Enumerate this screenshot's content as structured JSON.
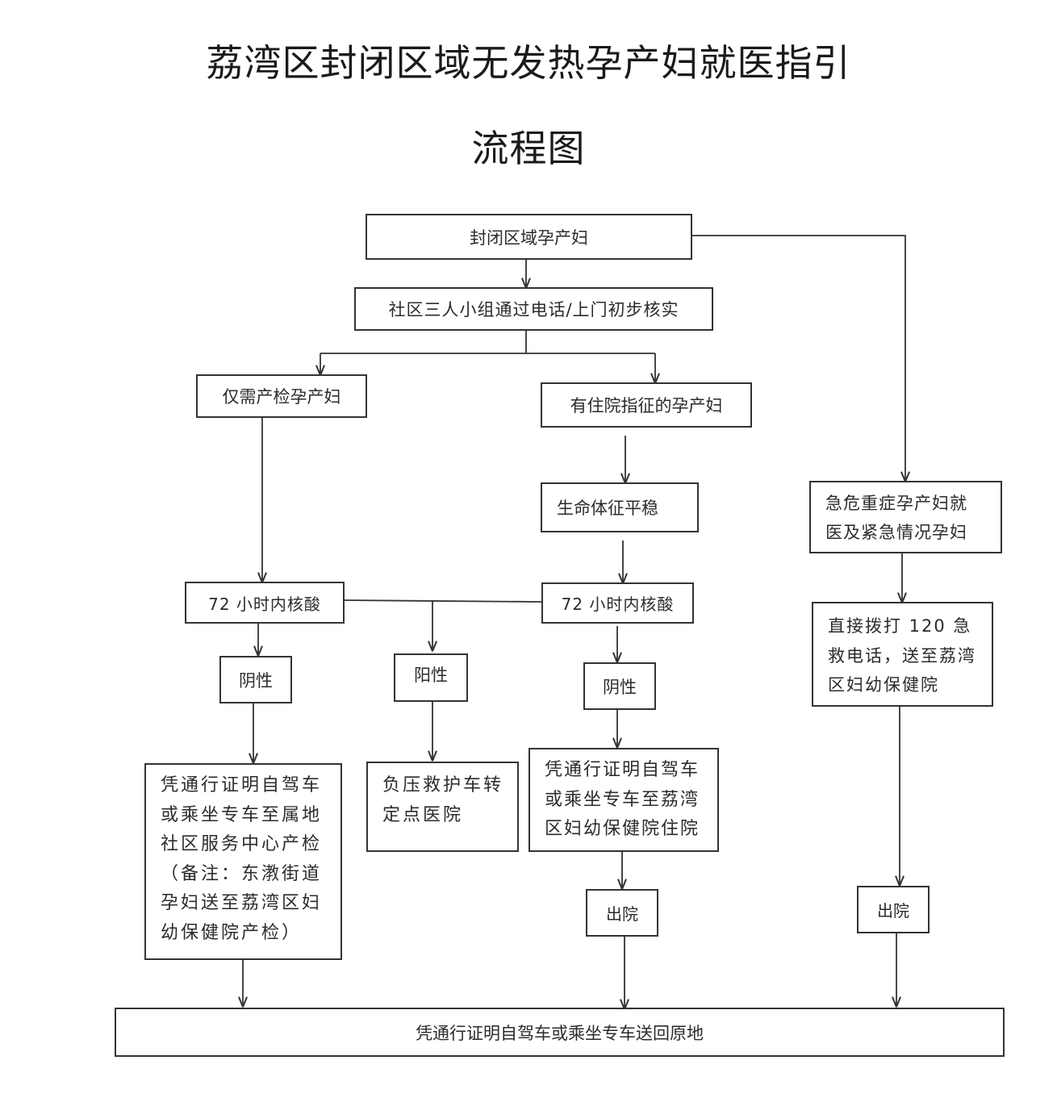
{
  "title": {
    "line1": "荔湾区封闭区域无发热孕产妇就医指引",
    "line2": "流程图"
  },
  "nodes": {
    "start": "封闭区域孕产妇",
    "verify": "社区三人小组通过电话/上门初步核实",
    "prenatal_only": "仅需产检孕产妇",
    "hospitalization": "有住院指征的孕产妇",
    "vitals_stable": "生命体征平稳",
    "emergency": [
      "急危重症孕产妇就",
      "医及紧急情况孕妇"
    ],
    "nat_left": "72 小时内核酸",
    "nat_right": "72 小时内核酸",
    "negative_left": "阴性",
    "positive": "阳性",
    "negative_right": "阴性",
    "call_120": [
      "直接拨打 120 急",
      "救电话，送至荔湾",
      "区妇幼保健院"
    ],
    "prenatal_action": [
      "凭通行证明自驾车",
      "或乘坐专车至属地",
      "社区服务中心产检",
      "（备注：东漖街道",
      "孕妇送至荔湾区妇",
      "幼保健院产检）"
    ],
    "ambulance": [
      "负压救护车转",
      "定点医院"
    ],
    "admit_action": [
      "凭通行证明自驾车",
      "或乘坐专车至荔湾",
      "区妇幼保健院住院"
    ],
    "discharge_mid": "出院",
    "discharge_right": "出院",
    "return_home": "凭通行证明自驾车或乘坐专车送回原地"
  },
  "colors": {
    "line": "#333333",
    "text": "#2b2b2b",
    "background": "#ffffff"
  }
}
